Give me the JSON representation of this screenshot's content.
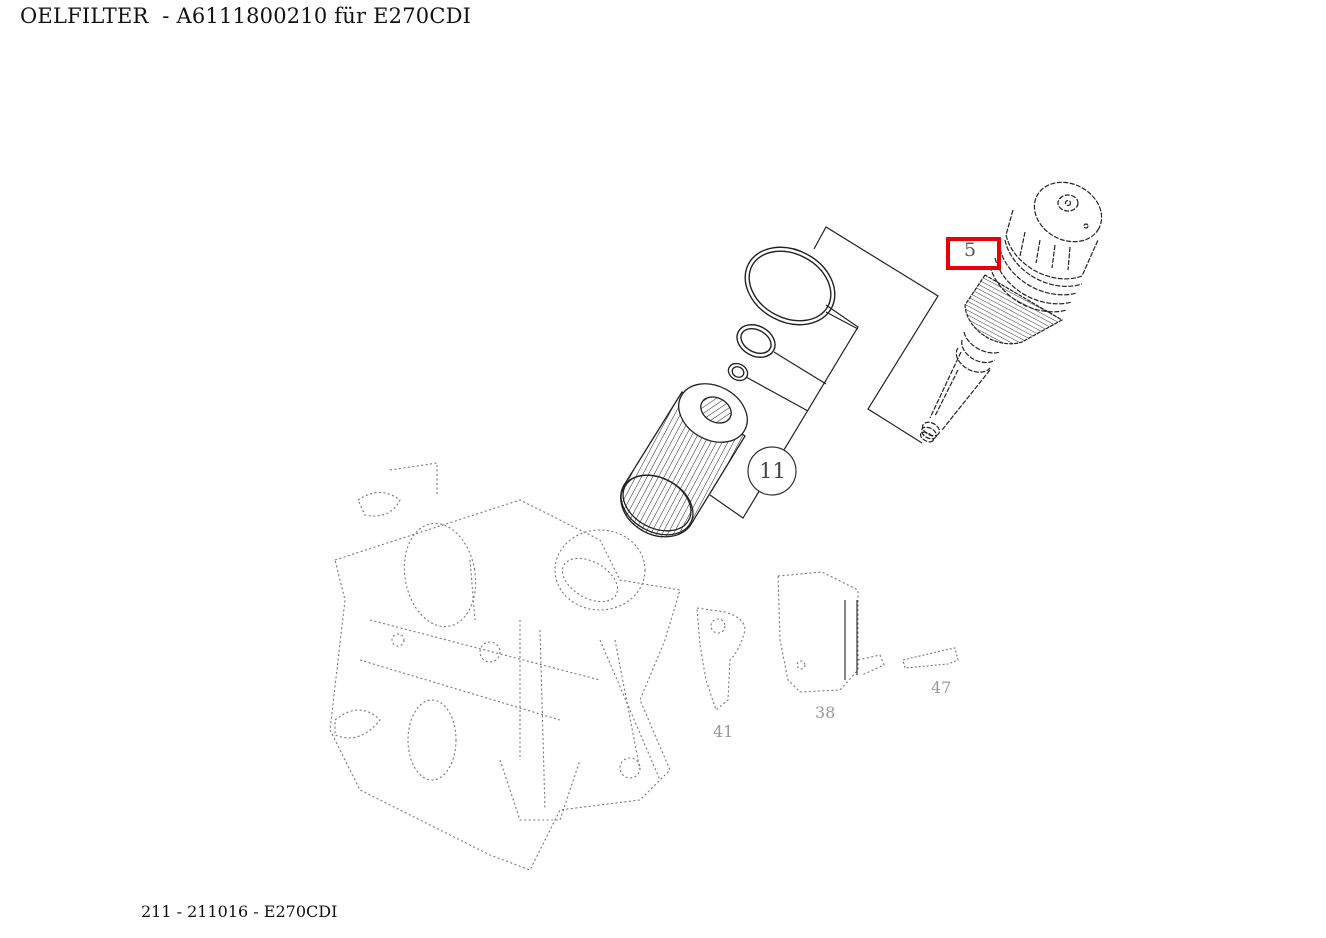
{
  "header": {
    "title": "OELFILTER  - A6111800210 für E270CDI"
  },
  "diagram": {
    "description": "Exploded parts diagram of oil filter assembly",
    "highlight_color": "#e8000b",
    "highlighted_part": "5",
    "callouts": [
      {
        "id": "5",
        "label": "5",
        "part": "oil filter housing cap"
      },
      {
        "id": "11",
        "label": "11",
        "part": "oil filter element kit (filter + o-rings)"
      },
      {
        "id": "41",
        "label": "41",
        "part": "bracket"
      },
      {
        "id": "38",
        "label": "38",
        "part": "plate"
      },
      {
        "id": "47",
        "label": "47",
        "part": "bolt"
      }
    ]
  },
  "footer": {
    "caption": "211 - 211016 - E270CDI"
  }
}
